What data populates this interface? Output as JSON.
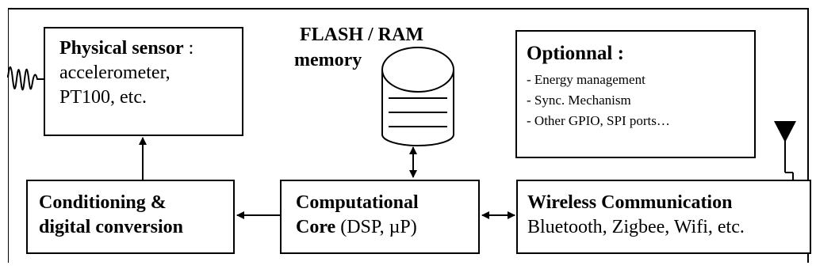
{
  "memory": {
    "title_line1": "FLASH / RAM",
    "title_line2": "memory"
  },
  "sensor": {
    "title": "Physical sensor",
    "title_suffix": " :",
    "line2": "accelerometer,",
    "line3": "PT100, etc."
  },
  "optional": {
    "title": "Optionnal :",
    "items": [
      "- Energy management",
      "- Sync. Mechanism",
      "- Other GPIO, SPI ports…"
    ]
  },
  "conditioning": {
    "line1": "Conditioning &",
    "line2": "digital conversion"
  },
  "core": {
    "title": "Computational",
    "line2_bold": "Core",
    "line2_rest": " (DSP, µP)"
  },
  "wireless": {
    "title": "Wireless Communication",
    "line2": "Bluetooth, Zigbee, Wifi, etc."
  }
}
